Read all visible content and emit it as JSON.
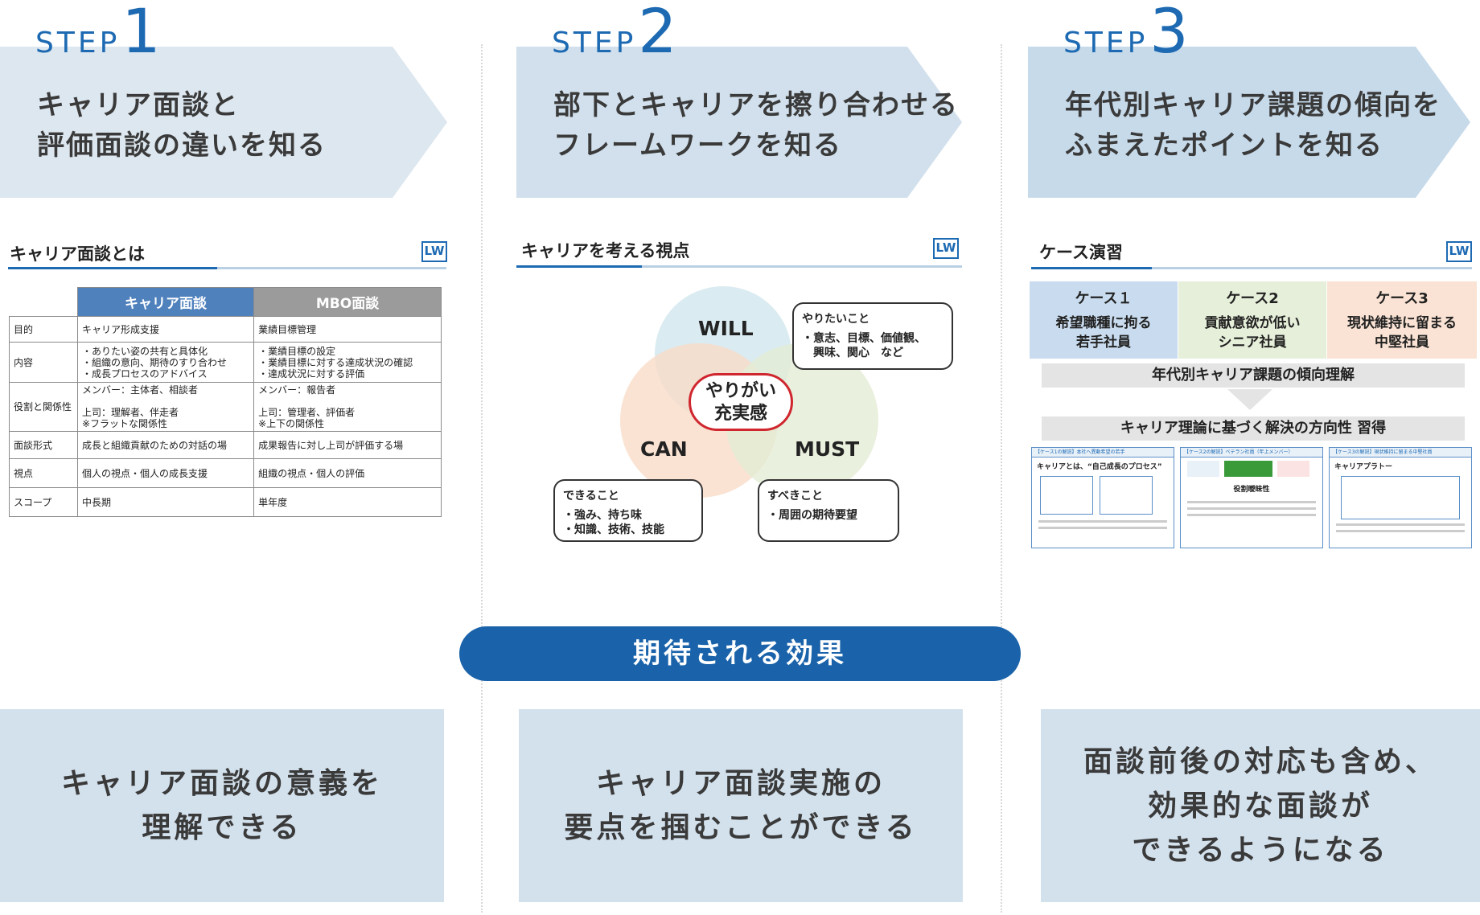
{
  "steps": [
    {
      "word": "STEP",
      "num": "1",
      "heading": "キャリア面談と\n評価面談の違いを知る"
    },
    {
      "word": "STEP",
      "num": "2",
      "heading": "部下とキャリアを擦り合わせる\nフレームワークを知る"
    },
    {
      "word": "STEP",
      "num": "3",
      "heading": "年代別キャリア課題の傾向を\nふまえたポイントを知る"
    }
  ],
  "slide1": {
    "title": "キャリア面談とは",
    "logo": "LW",
    "col1": "キャリア面談",
    "col2": "MBO面談",
    "rows": [
      {
        "head": "目的",
        "a": "キャリア形成支援",
        "b": "業績目標管理"
      },
      {
        "head": "内容",
        "a": "・ありたい姿の共有と具体化\n・組織の意向、期待のすり合わせ\n・成長プロセスのアドバイス",
        "b": "・業績目標の設定\n・業績目標に対する達成状況の確認\n・達成状況に対する評価"
      },
      {
        "head": "役割と関係性",
        "a": "メンバー：主体者、相談者\n\n上司：理解者、伴走者\n※フラットな関係性",
        "b": "メンバー：報告者\n\n上司：管理者、評価者\n※上下の関係性"
      },
      {
        "head": "面談形式",
        "a": "成長と組織貢献のための対話の場",
        "b": "成果報告に対し上司が評価する場"
      },
      {
        "head": "視点",
        "a": "個人の視点・個人の成長支援",
        "b": "組織の視点・個人の評価"
      },
      {
        "head": "スコープ",
        "a": "中長期",
        "b": "単年度"
      }
    ]
  },
  "slide2": {
    "title": "キャリアを考える視点",
    "logo": "LW",
    "will": "WILL",
    "can": "CAN",
    "must": "MUST",
    "center": "やりがい\n充実感",
    "bubble_will_title": "やりたいこと",
    "bubble_will_body": "・意志、目標、価値観、\n　興味、関心　など",
    "bubble_can_title": "できること",
    "bubble_can_body": "・強み、持ち味\n・知識、技術、技能",
    "bubble_must_title": "すべきこと",
    "bubble_must_body": "・周囲の期待要望",
    "colors": {
      "will": "#d6e9f0",
      "can": "#f9dcc8",
      "must": "#e3ecd4",
      "accent": "#d0262e"
    }
  },
  "slide3": {
    "title": "ケース演習",
    "logo": "LW",
    "cases": [
      {
        "title": "ケース１",
        "body": "希望職種に拘る\n若手社員",
        "color": "#c9dcef"
      },
      {
        "title": "ケース2",
        "body": "貢献意欲が低い\nシニア社員",
        "color": "#e6efd9"
      },
      {
        "title": "ケース3",
        "body": "現状維持に留まる\n中堅社員",
        "color": "#fae3d4"
      }
    ],
    "bar1": "年代別キャリア課題の傾向理解",
    "bar2": "キャリア理論に基づく解決の方向性 習得",
    "minis": [
      {
        "head": "【ケース1の解説】本社へ異動希望の若手",
        "title": "キャリアとは、“自己成長のプロセス”"
      },
      {
        "head": "【ケース2の解説】ベテラン社員（年上メンバー）",
        "title": "役割曖昧性"
      },
      {
        "head": "【ケース3の解説】現状維持に留まる中堅社員",
        "title": "キャリアプラトー"
      }
    ]
  },
  "effects": {
    "label": "期待される効果",
    "items": [
      "キャリア面談の意義を\n理解できる",
      "キャリア面談実施の\n要点を掴むことができる",
      "面談前後の対応も含め、\n効果的な面談が\nできるようになる"
    ]
  },
  "colors": {
    "brand": "#1d6ab3",
    "arrow1": "#dde7ef",
    "arrow2": "#d1e0ec",
    "arrow3": "#c7daea",
    "effect_bg": "#d3e1ed",
    "pill": "#1a63aa"
  }
}
